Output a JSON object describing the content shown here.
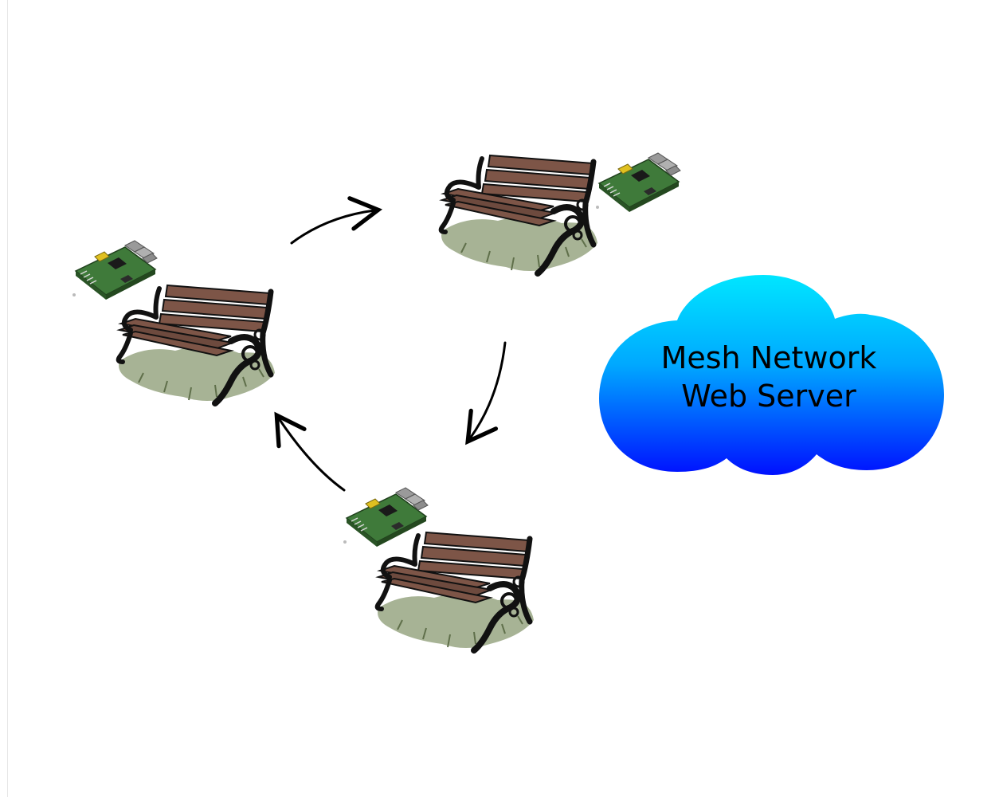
{
  "cloud": {
    "line1": "Mesh Network",
    "line2": "Web Server",
    "gradient_top": "#00e4ff",
    "gradient_bottom": "#0018ff"
  },
  "nodes": [
    {
      "id": "left",
      "icon": "park-bench-icon",
      "device_icon": "raspberry-pi-board-icon"
    },
    {
      "id": "top",
      "icon": "park-bench-icon",
      "device_icon": "raspberry-pi-board-icon"
    },
    {
      "id": "bottom",
      "icon": "park-bench-icon",
      "device_icon": "raspberry-pi-board-icon"
    }
  ],
  "colors": {
    "bench_wood": "#7d5547",
    "bench_iron": "#111111",
    "grass": "#8a9a72",
    "board_green": "#3f7a3a",
    "arrow": "#000000"
  }
}
